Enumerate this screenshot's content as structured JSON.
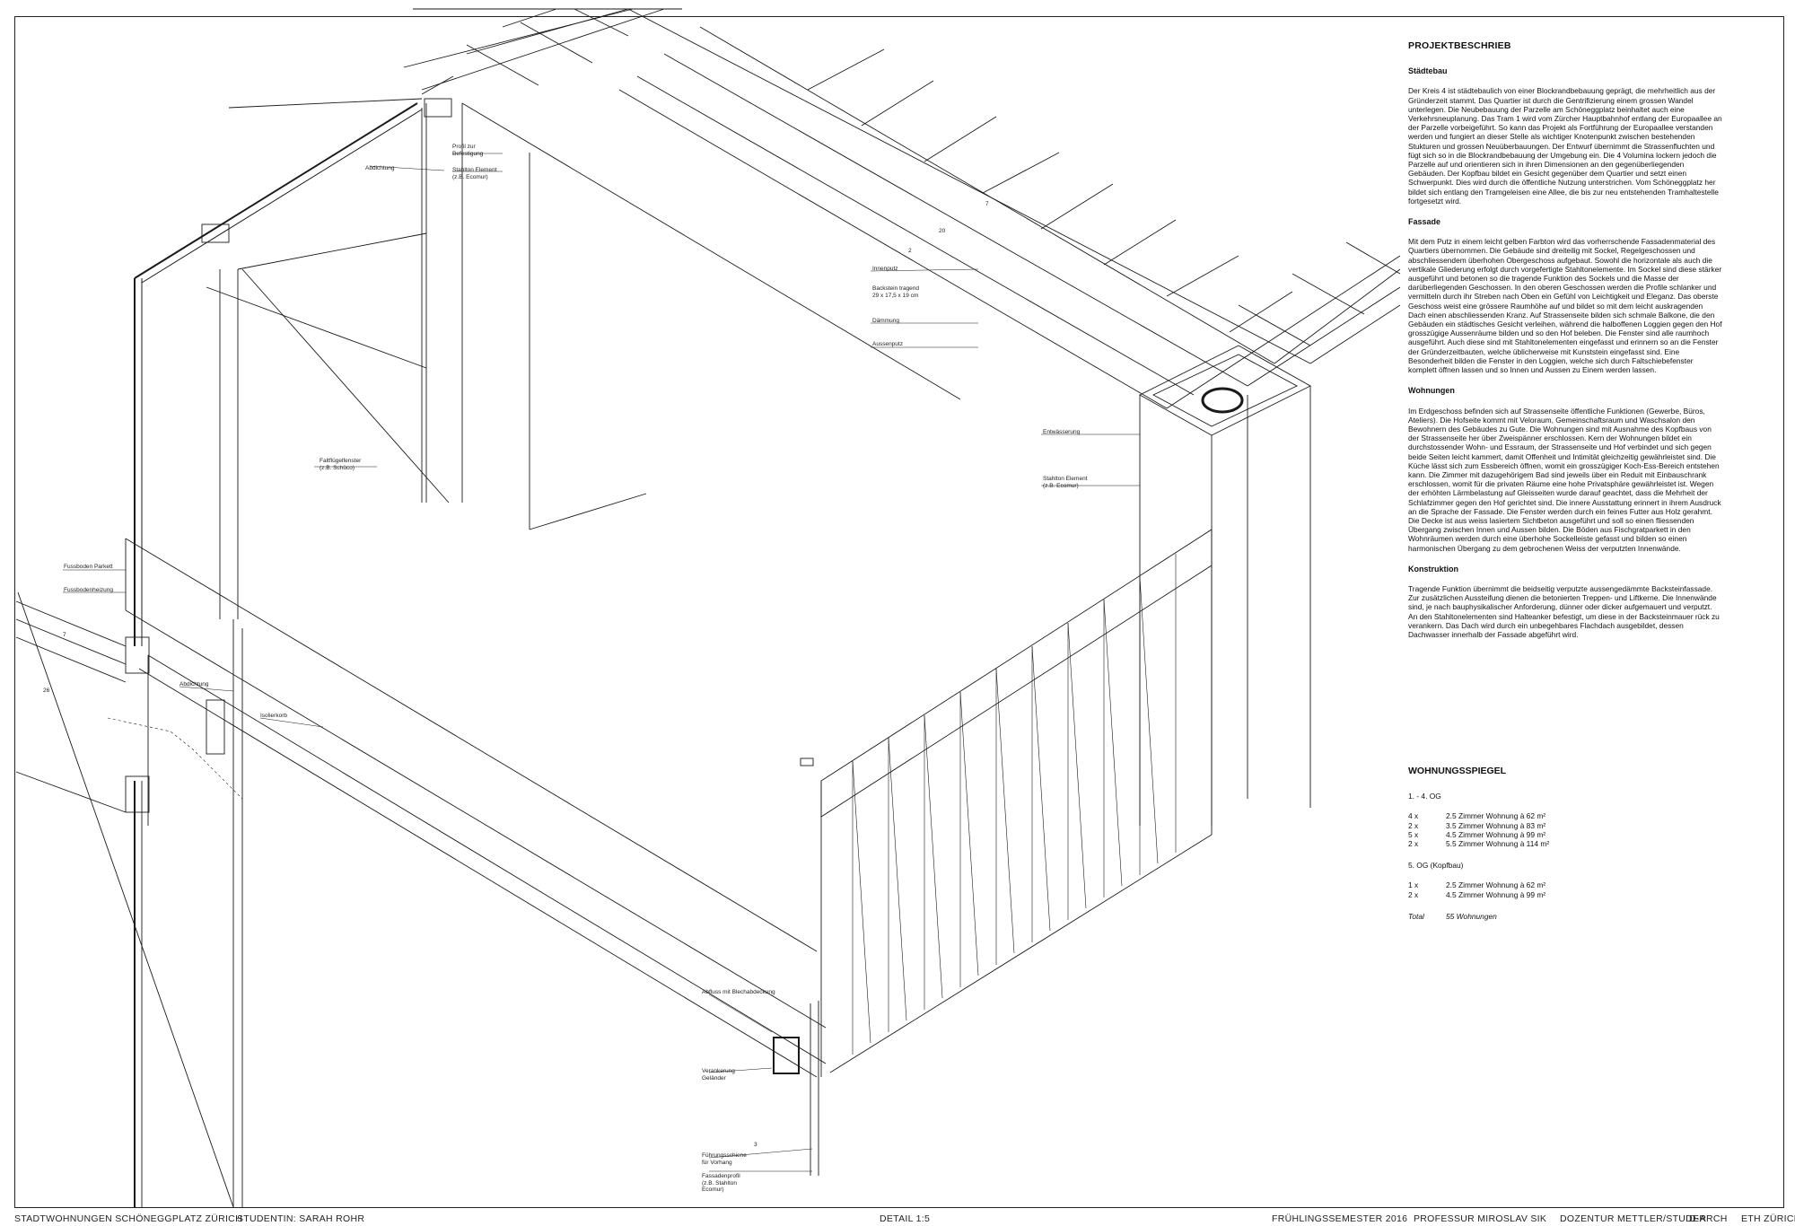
{
  "labels": {
    "abdichtung_top": "Abdichtung",
    "profil": "Profil zur\nBefestigung",
    "stahlton_top": "Stahlton Element\n(z.B. Ecomur)",
    "innenputz": "Innenputz",
    "backstein": "Backstein tragend\n29 x 17,5 x 19 cm",
    "daemmung": "Dämmung",
    "aussenputz": "Aussenputz",
    "entwaesserung": "Entwässerung",
    "stahlton_right": "Stahlton Element\n(z.B. Ecomur)",
    "faltfluegel": "Faltflügelfenster\n(z.B. Schüco)",
    "fussboden": "Fussboden Parkett",
    "fussbodenheizung": "Fussbodenheizung",
    "abdichtung_bottom": "Abdichtung",
    "isolierkorb": "Isolierkorb",
    "abfluss": "Abfluss mit Blechabdeckung",
    "verankerung": "Verankerung\nGeländer",
    "fuehrung": "Führungsschiene\nfür Vorhang",
    "fassadenprofil": "Fassadenprofil\n(z.B. Stahlton\nEcomur)",
    "dim_20": "20",
    "dim_7": "7",
    "dim_2": "2",
    "dim_26": "26",
    "dim_7b": "7",
    "dim_3": "3"
  },
  "text": {
    "title": "PROJEKTBESCHRIEB",
    "staedtebau_h": "Städtebau",
    "staedtebau": "Der Kreis 4 ist städtebaulich von einer Blockrandbebauung geprägt, die mehrheitlich aus der Gründerzeit stammt. Das Quartier ist durch die Gentrifizierung einem grossen Wandel unterlegen. Die Neubebauung der Parzelle am Schöneggplatz beinhaltet auch eine Verkehrsneuplanung. Das Tram 1 wird vom Zürcher Hauptbahnhof entlang der Europaallee an der Parzelle vorbeigeführt. So kann das Projekt als Fortführung der Europaallee verstanden werden und fungiert an dieser Stelle als wichtiger Knotenpunkt zwischen bestehenden Stukturen und grossen Neuüberbauungen. Der Entwurf übernimmt die Strassenfluchten und fügt sich so  in die Blockrandbebauung der Umgebung ein. Die 4 Volumina lockern jedoch die Parzelle auf und orientieren sich in ihren Dimensionen an den gegenüberliegenden Gebäuden. Der Kopfbau bildet ein Gesicht gegenüber dem Quartier und setzt einen Schwerpunkt. Dies wird durch die öffentliche Nutzung unterstrichen. Vom Schöneggplatz her bildet sich entlang den Tramgeleisen eine Allee, die bis zur neu entstehenden Tramhaltestelle fortgesetzt wird.",
    "fassade_h": "Fassade",
    "fassade": "Mit dem Putz in einem leicht gelben Farbton wird das vorherrschende Fassadenmaterial des Quartiers übernommen. Die Gebäude sind dreiteilig mit Sockel, Regelgeschossen und abschliessendem überhohen Obergeschoss aufgebaut. Sowohl die horizontale als auch die vertikale Gliederung erfolgt durch vorgefertigte Stahltonelemente. Im Sockel sind diese stärker ausgeführt und betonen so die tragende Funktion des Sockels und die Masse der darüberliegenden Geschossen. In den oberen Geschossen werden die Profile schlanker und vermitteln durch ihr Streben nach Oben ein Gefühl von Leichtigkeit und Eleganz. Das oberste Geschoss weist eine grössere Raumhöhe auf und bildet so mit dem leicht auskragenden Dach einen abschliessenden Kranz. Auf Strassenseite bilden sich schmale Balkone, die den Gebäuden ein städtisches Gesicht verleihen, während die halboffenen Loggien gegen den Hof grosszügige Aussenräume bilden und so den Hof beleben. Die Fenster sind alle raumhoch ausgeführt. Auch diese sind mit Stahltonelementen eingefasst und erinnern so an die Fenster der Gründerzeitbauten, welche üblicherweise mit Kunststein eingefasst sind. Eine Besonderheit bilden die Fenster in den Loggien, welche sich durch Faltschiebefenster komplett öffnen lassen und so Innen und Aussen zu Einem werden lassen.",
    "wohnungen_h": "Wohnungen",
    "wohnungen": "Im Erdgeschoss befinden sich auf Strassenseite öffentliche Funktionen (Gewerbe, Büros, Ateliers). Die Hofseite kommt mit Veloraum, Gemeinschaftsraum und Waschsalon den Bewohnern des Gebäudes zu Gute. Die Wohnungen sind mit Ausnahme des Kopfbaus von der Strassenseite her über Zweispänner erschlossen. Kern der Wohnungen bildet ein durchstossender Wohn- und Essraum, der Strassenseite und Hof verbindet und sich gegen beide Seiten leicht kammert, damit Offenheit und Intimität gleichzeitig gewährleistet sind. Die Küche lässt sich zum Essbereich öffnen, womit ein grosszügiger Koch-Ess-Bereich entstehen kann. Die Zimmer mit dazugehörigem Bad sind jeweils über ein Reduit mit Einbauschrank erschlossen, womit für die privaten Räume eine hohe Privatsphäre gewährleistet ist. Wegen der erhöhten Lärmbelastung auf Gleisseiten wurde darauf geachtet, dass die Mehrheit der Schlafzimmer gegen den Hof gerichtet sind. Die innere Ausstattung erinnert in ihrem Ausdruck an die Sprache der Fassade. Die Fenster werden durch ein feines Futter aus Holz gerahmt. Die Decke ist aus weiss lasiertem Sichtbeton ausgeführt und soll so einen fliessenden Übergang zwischen Innen und Aussen bilden. Die Böden aus Fischgratparkett in den Wohnräumen werden durch eine überhohe Sockelleiste gefasst und bilden so einen harmonischen Übergang zu dem gebrochenen Weiss der verputzten Innenwände.",
    "konstruktion_h": "Konstruktion",
    "konstruktion": "Tragende Funktion übernimmt die beidseitig verputzte aussengedämmte Backsteinfassade. Zur zusätzlichen Aussteifung dienen die betonierten Treppen- und Liftkerne. Die Innenwände sind, je nach bauphysikalischer Anforderung, dünner oder dicker aufgemauert und verputzt. An den Stahltonelementen sind Halteanker befestigt, um diese in der Backsteinmauer rück zu verankern. Das Dach wird durch ein unbegehbares Flachdach ausgebildet, dessen Dachwasser innerhalb der Fassade abgeführt wird."
  },
  "spiegel": {
    "title": "WOHNUNGSSPIEGEL",
    "group1_title": "1. - 4. OG",
    "group1": [
      {
        "count": "4 x",
        "desc": "2.5 Zimmer Wohnung à 62 m²"
      },
      {
        "count": "2 x",
        "desc": "3.5 Zimmer Wohnung à 83 m²"
      },
      {
        "count": "5 x",
        "desc": "4.5 Zimmer Wohnung à 99 m²"
      },
      {
        "count": "2 x",
        "desc": "5.5 Zimmer Wohnung à 114 m²"
      }
    ],
    "group2_title": "5. OG (Kopfbau)",
    "group2": [
      {
        "count": "1 x",
        "desc": "2.5 Zimmer Wohnung à 62 m²"
      },
      {
        "count": "2 x",
        "desc": "4.5 Zimmer Wohnung à 99 m²"
      }
    ],
    "total_label": "Total",
    "total_value": "55 Wohnungen"
  },
  "footer": {
    "project": "STADTWOHNUNGEN SCHÖNEGGPLATZ ZÜRICH",
    "student": "STUDENTIN: SARAH ROHR",
    "detail": "DETAIL 1:5",
    "semester": "FRÜHLINGSSEMESTER 2016",
    "professor": "PROFESSUR MIROSLAV SIK",
    "dozentur": "DOZENTUR METTLER/STUDER",
    "darch": "D-ARCH",
    "eth": "ETH ZÜRICH"
  }
}
